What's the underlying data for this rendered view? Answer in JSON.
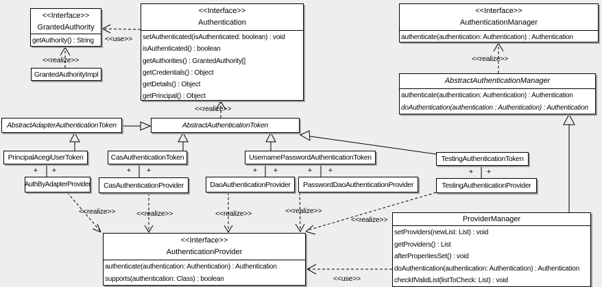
{
  "labels": {
    "use": "<<use>>",
    "realize": "<<realize>>",
    "plus": "+"
  },
  "colors": {
    "background": "#eeeeee",
    "box_fill": "#ffffff",
    "box_border": "#000000",
    "box_shadow": "#9f9f9f"
  },
  "classes": {
    "granted_authority": {
      "stereotype": "<<Interface>>",
      "name": "GrantedAuthority",
      "methods": [
        "getAuthority() : String"
      ]
    },
    "granted_authority_impl": {
      "name": "GrantedAuthorityImpl"
    },
    "authentication": {
      "stereotype": "<<Interface>>",
      "name": "Authentication",
      "methods": [
        "setAuthenticated(isAuthenticated: boolean) : void",
        "isAuthenticated() : boolean",
        "getAuthorities() : GrantedAuthority[]",
        "getCredentials() : Object",
        "getDetails() : Object",
        "getPrincipal() : Object"
      ]
    },
    "authentication_manager": {
      "stereotype": "<<Interface>>",
      "name": "AuthenticationManager",
      "methods": [
        "authenticate(authentication: Authentication) : Authentication"
      ]
    },
    "abstract_authentication_manager": {
      "name": "AbstractAuthenticationManager",
      "methods": [
        "authenticate(authentication: Authentication) : Authentication",
        "doAuthentication(authentication : Authentication) : Authentication"
      ]
    },
    "abstract_adapter_authentication_token": {
      "name": "AbstractAdapterAuthenticationToken"
    },
    "abstract_authentication_token": {
      "name": "AbstractAuthenticationToken"
    },
    "principal_acegi_user_token": {
      "name": "PrincipalAcegiUserToken"
    },
    "cas_authentication_token": {
      "name": "CasAuthenticationToken"
    },
    "username_password_authentication_token": {
      "name": "UsernamePasswordAuthenticationToken"
    },
    "testing_authentication_token": {
      "name": "TestingAuthenticationToken"
    },
    "auth_by_adapter_provider": {
      "name": "AuthByAdapterProvider"
    },
    "cas_authentication_provider": {
      "name": "CasAuthenticationProvider"
    },
    "dao_authentication_provider": {
      "name": "DaoAuthenticationProvider"
    },
    "password_dao_authentication_provider": {
      "name": "PasswordDaoAuthenticationProvider"
    },
    "testing_authentication_provider": {
      "name": "TestingAuthenticationProvider"
    },
    "authentication_provider": {
      "stereotype": "<<Interface>>",
      "name": "AuthenticationProvider",
      "methods": [
        "authenticate(authentication: Authentication) : Authentication",
        "supports(authentication: Class) : boolean"
      ]
    },
    "provider_manager": {
      "name": "ProviderManager",
      "methods": [
        "setProviders(newList: List) : void",
        "getProviders() : List",
        "afterPropertiesSet() : void",
        "doAuthentication(authentication: Authentication) : Authentication",
        "checkIfValidList(listToCheck: List) : void"
      ]
    }
  }
}
